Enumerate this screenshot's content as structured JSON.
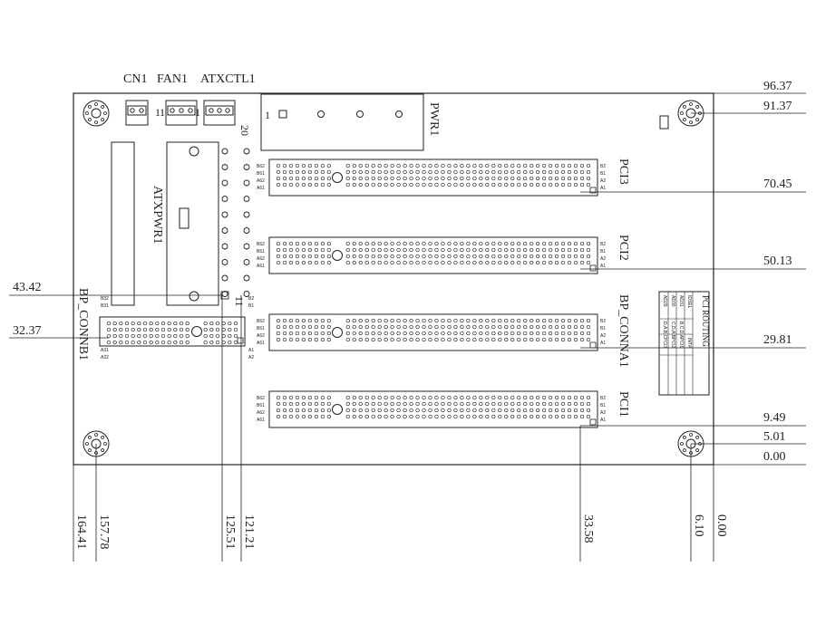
{
  "header": {
    "cn1": "CN1",
    "fan1": "FAN1",
    "atxctl1": "ATXCTL1"
  },
  "connectors": {
    "pwr1": "PWR1",
    "pwr1_pin": "1",
    "atxpwr1": "ATXPWR1",
    "atxpwr_pin_top": "20",
    "atxpwr_pin_bottom": "11",
    "cn1_pin": "1",
    "fan1_pin": "1",
    "atxctl1_pin": "1",
    "pci3": "PCI3",
    "pci2": "PCI2",
    "bp_conna1": "BP_CONNA1",
    "pci1": "PCI1",
    "bp_connb1": "BP_CONNB1",
    "slot_pins_left": [
      "B62",
      "B61",
      "A62",
      "A61"
    ],
    "slot_pins_right": [
      "B2",
      "B1",
      "A2",
      "A1"
    ],
    "connb_pins_left_top": [
      "B32",
      "B31"
    ],
    "connb_pins_left_bottom": [
      "A31",
      "A32"
    ],
    "connb_pins_right_top": [
      "B2",
      "B1"
    ],
    "connb_pins_right_bottom": [
      "A1",
      "A2"
    ]
  },
  "routing_table": {
    "title": "PCI ROUTING",
    "headers": [
      "IDSEL",
      "INT#"
    ],
    "rows": [
      [
        "AD31",
        "B,C,D,A",
        "PCI1"
      ],
      [
        "AD30",
        "C,D,A,B",
        "PCI2"
      ],
      [
        "AD29",
        "D,A,B,C",
        "PCI3"
      ]
    ]
  },
  "dimensions": {
    "right": [
      "96.37",
      "91.37",
      "70.45",
      "50.13",
      "29.81",
      "9.49",
      "5.01",
      "0.00"
    ],
    "left": [
      "43.42",
      "32.37"
    ],
    "bottom": [
      "164.41",
      "157.78",
      "125.51",
      "121.21",
      "33.58",
      "6.10",
      "0.00"
    ]
  }
}
